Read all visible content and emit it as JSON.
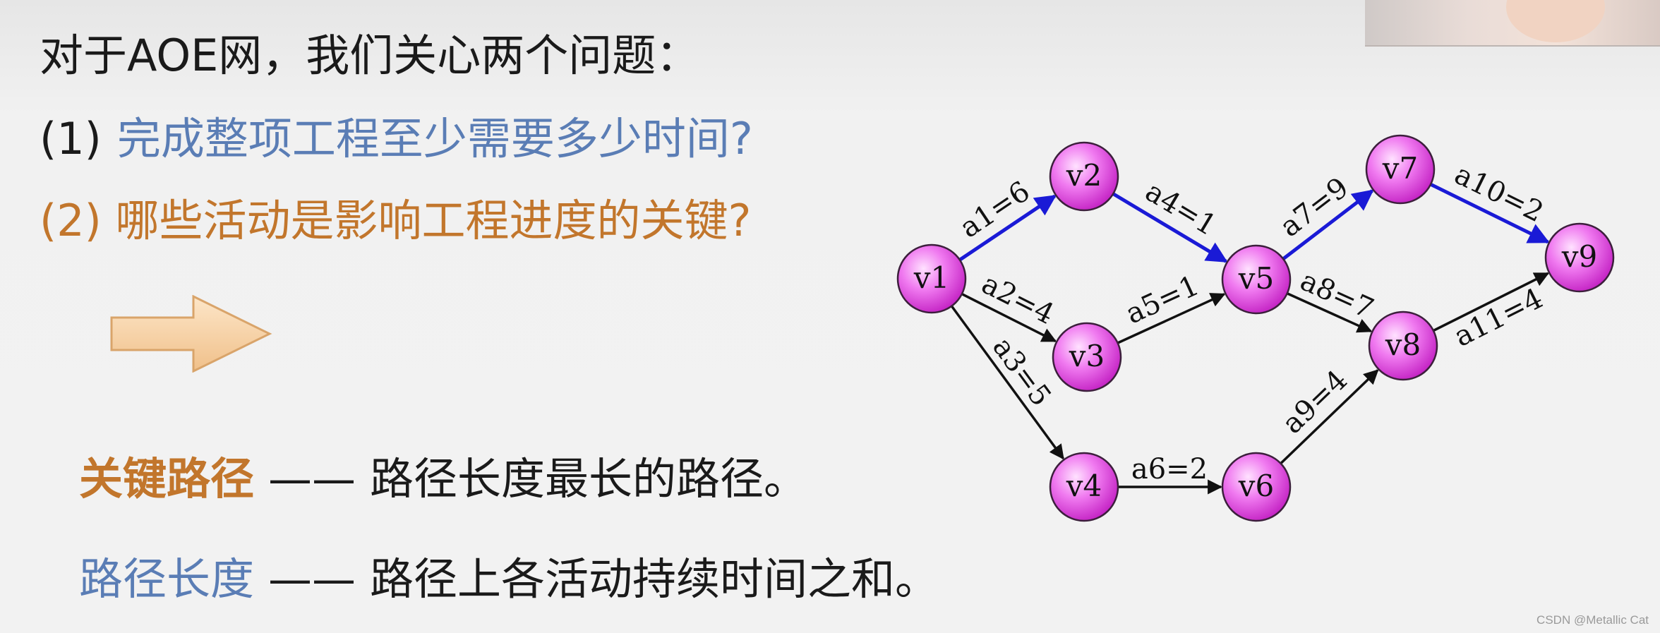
{
  "title": "对于AOE网，我们关心两个问题：",
  "q1": {
    "number": "(1)",
    "text": "完成整项工程至少需要多少时间?"
  },
  "q2": {
    "text": "(2) 哪些活动是影响工程进度的关键?"
  },
  "definitions": [
    {
      "term": "关键路径",
      "dash": "——",
      "desc": "路径长度最长的路径。"
    },
    {
      "term": "路径长度",
      "dash": "——",
      "desc": "路径上各活动持续时间之和。"
    }
  ],
  "watermark": "CSDN @Metallic Cat",
  "colors": {
    "blue_text": "#5a7db5",
    "orange_text": "#c2762c",
    "critical_edge": "#1a1ad6",
    "normal_edge": "#111111",
    "node_fill": "#e94ee9"
  },
  "icons": {
    "decorative_arrow": "right-arrow-icon"
  },
  "graph": {
    "nodes": [
      {
        "id": "v1",
        "label": "v1"
      },
      {
        "id": "v2",
        "label": "v2"
      },
      {
        "id": "v3",
        "label": "v3"
      },
      {
        "id": "v4",
        "label": "v4"
      },
      {
        "id": "v5",
        "label": "v5"
      },
      {
        "id": "v6",
        "label": "v6"
      },
      {
        "id": "v7",
        "label": "v7"
      },
      {
        "id": "v8",
        "label": "v8"
      },
      {
        "id": "v9",
        "label": "v9"
      }
    ],
    "edges": [
      {
        "from": "v1",
        "to": "v2",
        "label": "a1=6",
        "critical": true
      },
      {
        "from": "v1",
        "to": "v3",
        "label": "a2=4",
        "critical": false
      },
      {
        "from": "v1",
        "to": "v4",
        "label": "a3=5",
        "critical": false
      },
      {
        "from": "v2",
        "to": "v5",
        "label": "a4=1",
        "critical": true
      },
      {
        "from": "v3",
        "to": "v5",
        "label": "a5=1",
        "critical": false
      },
      {
        "from": "v4",
        "to": "v6",
        "label": "a6=2",
        "critical": false
      },
      {
        "from": "v5",
        "to": "v7",
        "label": "a7=9",
        "critical": true
      },
      {
        "from": "v5",
        "to": "v8",
        "label": "a8=7",
        "critical": false
      },
      {
        "from": "v6",
        "to": "v8",
        "label": "a9=4",
        "critical": false
      },
      {
        "from": "v7",
        "to": "v9",
        "label": "a10=2",
        "critical": true
      },
      {
        "from": "v8",
        "to": "v9",
        "label": "a11=4",
        "critical": false
      }
    ]
  }
}
